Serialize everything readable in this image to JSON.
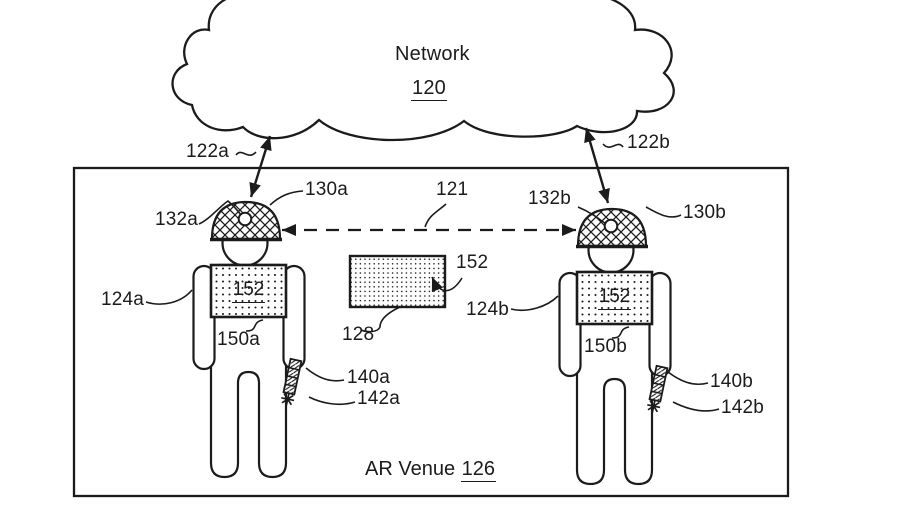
{
  "diagram": {
    "network_label": "Network",
    "network_ref": "120",
    "venue_label": "AR Venue",
    "venue_ref": "126",
    "refs": {
      "link_a": "122a",
      "link_b": "122b",
      "peer_link": "121",
      "headset_a": "130a",
      "headset_b": "130b",
      "camera_a": "132a",
      "camera_b": "132b",
      "user_a": "124a",
      "user_b": "124b",
      "body_a": "150a",
      "body_b": "150b",
      "wand_a": "140a",
      "wand_b": "140b",
      "tip_a": "142a",
      "tip_b": "142b",
      "object_label": "128",
      "ar_content": "152",
      "chest_a": "152",
      "chest_b": "152"
    },
    "colors": {
      "ink": "#1b1b1b",
      "background": "#ffffff"
    }
  }
}
